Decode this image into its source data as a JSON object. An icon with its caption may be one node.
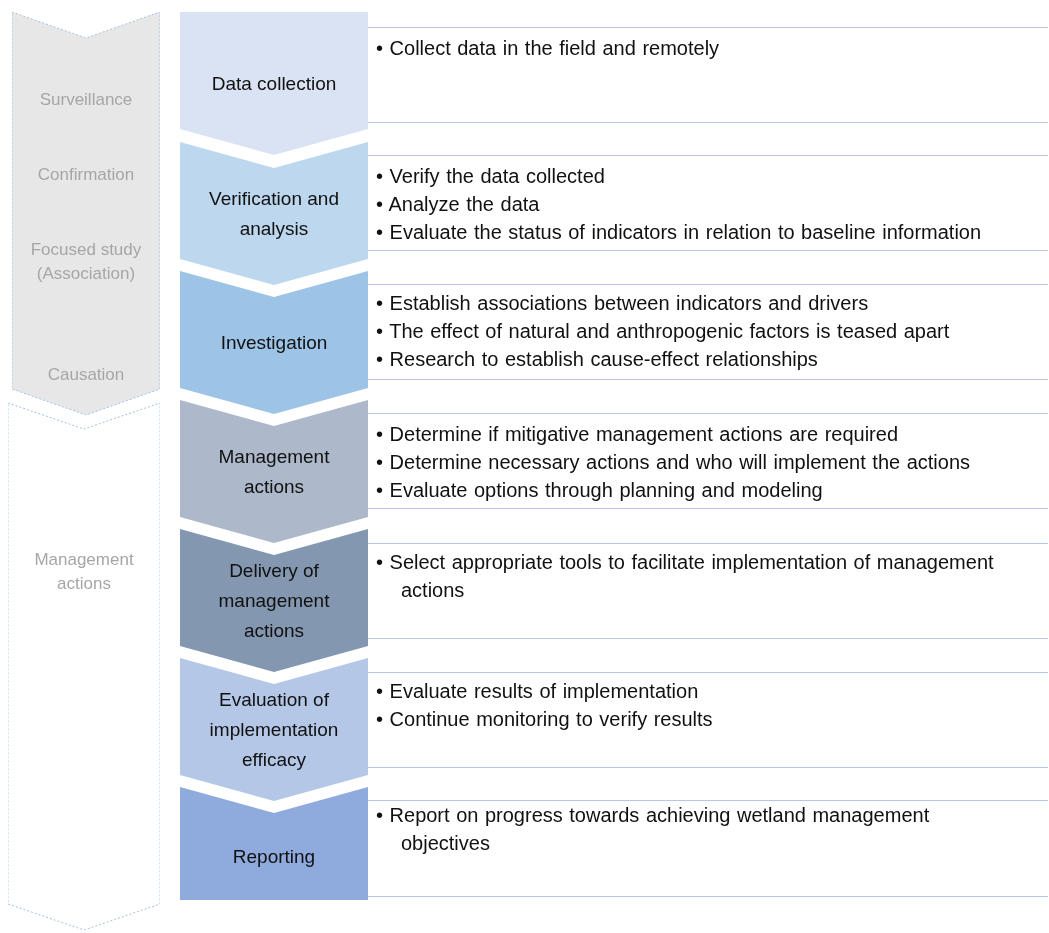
{
  "diagram": {
    "nodes": [
      {
        "text": [
          "Surveillance",
          "Confirmation",
          "Focused study (Association)",
          "Causation"
        ]
      },
      {
        "text": [
          "Management actions"
        ]
      },
      {
        "text": [
          "Data collection"
        ]
      },
      {
        "text": [
          "Verification and analysis"
        ]
      },
      {
        "text": [
          "Investigation"
        ]
      },
      {
        "text": [
          "Management actions"
        ]
      },
      {
        "text": [
          "Delivery of management actions"
        ]
      },
      {
        "text": [
          "Evaluation of implementation efficacy"
        ]
      },
      {
        "text": [
          "Reporting"
        ]
      },
      {
        "text": [
          "• Collect data in the field and remotely"
        ]
      },
      {
        "text": [
          "• Verify the data collected",
          "• Analyze the data",
          "• Evaluate the status of indicators in relation to baseline information"
        ]
      },
      {
        "text": [
          "• Establish associations between indicators and drivers",
          "• The effect of natural and anthropogenic factors is teased apart",
          "• Research to establish cause-effect relationships"
        ]
      },
      {
        "text": [
          "• Determine if mitigative management actions are required",
          "• Determine necessary actions and who will implement the actions",
          "• Evaluate options through planning and modeling"
        ]
      },
      {
        "text": [
          "• Select appropriate tools to facilitate implementation of management actions"
        ]
      },
      {
        "text": [
          "• Evaluate results of implementation",
          "• Continue monitoring to verify results"
        ]
      },
      {
        "text": [
          "• Report on progress towards achieving wetland management objectives"
        ]
      }
    ]
  }
}
